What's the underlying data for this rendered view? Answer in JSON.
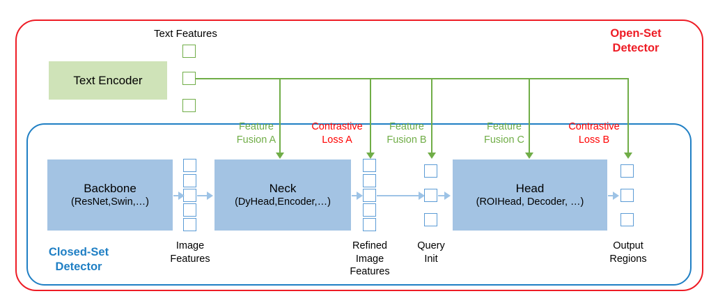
{
  "diagram": {
    "title": "Open-Set Detector architecture overview",
    "frames": [
      {
        "name": "open-set",
        "label": "Open-Set\nDetector",
        "line1": "Open-Set",
        "line2": "Detector",
        "color": "#ee1c25"
      },
      {
        "name": "closed-set",
        "label": "Closed-Set\nDetector",
        "line1": "Closed-Set",
        "line2": "Detector",
        "color": "#1f7fc4"
      }
    ],
    "blocks": [
      {
        "name": "text-encoder",
        "title": "Text Encoder",
        "sub": "",
        "color": "#cfe3b8"
      },
      {
        "name": "backbone",
        "title": "Backbone",
        "sub": "(ResNet,Swin,…)",
        "color": "#a3c3e3"
      },
      {
        "name": "neck",
        "title": "Neck",
        "sub": "(DyHead,Encoder,…)",
        "color": "#a3c3e3"
      },
      {
        "name": "head",
        "title": "Head",
        "sub": "(ROIHead, Decoder, …)",
        "color": "#a3c3e3"
      }
    ],
    "feature_columns": [
      {
        "name": "text-features",
        "caption": "Text Features",
        "caption_position": "top",
        "squares": 3,
        "color": "#70ad47"
      },
      {
        "name": "image-features",
        "caption": "Image\nFeatures",
        "caption_line1": "Image",
        "caption_line2": "Features",
        "squares": 5,
        "color": "#5b9bd5"
      },
      {
        "name": "refined-image-features",
        "caption": "Refined Image Features",
        "caption_line1": "Refined",
        "caption_line2": "Image",
        "caption_line3": "Features",
        "squares": 5,
        "color": "#5b9bd5"
      },
      {
        "name": "query-init",
        "caption": "Query Init",
        "caption_line1": "Query",
        "caption_line2": "Init",
        "squares": 3,
        "color": "#5b9bd5"
      },
      {
        "name": "output-regions",
        "caption": "Output Regions",
        "caption_line1": "Output",
        "caption_line2": "Regions",
        "squares": 3,
        "color": "#5b9bd5"
      }
    ],
    "annotations": [
      {
        "name": "feature-fusion-a",
        "line1": "Feature",
        "line2": "Fusion A",
        "kind": "fusion",
        "color": "#70ad47"
      },
      {
        "name": "contrastive-loss-a",
        "line1": "Contrastive",
        "line2": "Loss A",
        "kind": "loss",
        "color": "#ff0000"
      },
      {
        "name": "feature-fusion-b",
        "line1": "Feature",
        "line2": "Fusion B",
        "kind": "fusion",
        "color": "#70ad47"
      },
      {
        "name": "feature-fusion-c",
        "line1": "Feature",
        "line2": "Fusion C",
        "kind": "fusion",
        "color": "#70ad47"
      },
      {
        "name": "contrastive-loss-b",
        "line1": "Contrastive",
        "line2": "Loss B",
        "kind": "loss",
        "color": "#ff0000"
      }
    ],
    "colors": {
      "open_set_red": "#ee1c25",
      "closed_set_blue": "#1f7fc4",
      "text_encoder_green": "#cfe3b8",
      "block_blue": "#a3c3e3",
      "line_green": "#70ad47",
      "arrow_blue": "#9dc3e6",
      "loss_red": "#ff0000"
    }
  }
}
